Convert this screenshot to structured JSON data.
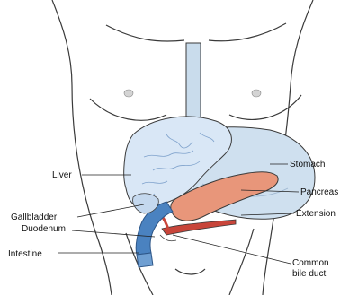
{
  "labels": {
    "liver": "Liver",
    "gallbladder": "Gallbladder",
    "duodenum": "Duodenum",
    "intestine": "Intestine",
    "stomach": "Stomach",
    "pancreas": "Pancreas",
    "extension": "Extension",
    "common_bile_duct_line1": "Common",
    "common_bile_duct_line2": "bile duct"
  },
  "colors": {
    "outline": "#3a3a3a",
    "esophagus": "#c9dcec",
    "stomach": "#cfe0ef",
    "liver": "#d9e7f6",
    "liver_vein": "#7fa2cc",
    "pancreas": "#e8967a",
    "duct_red": "#c8453a",
    "duodenum_blue": "#4a82c0",
    "leader_line": "#222222"
  }
}
